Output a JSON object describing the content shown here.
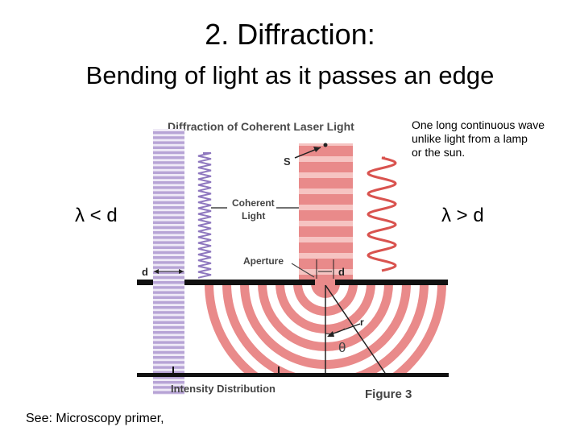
{
  "slide": {
    "title": "2. Diffraction:",
    "subtitle": "Bending of light as it passes an edge",
    "note": "One long continuous wave\nunlike light from a lamp\nor the sun.",
    "lambda_left": "λ < d",
    "lambda_right": "λ > d",
    "reference": "See: Microscopy primer,"
  },
  "figure": {
    "heading": "Diffraction of Coherent Laser Light",
    "label_s": "S",
    "label_coherent_1": "Coherent",
    "label_coherent_2": "Light",
    "label_aperture": "Aperture",
    "label_d_left": "d",
    "label_d_right": "d",
    "label_r": "r",
    "label_theta": "θ",
    "label_intensity": "Intensity Distribution",
    "label_figure": "Figure 3"
  },
  "colors": {
    "purple": "#b7a4d6",
    "purple_dark": "#8f78bf",
    "red": "#e98a8a",
    "red_light": "#f6c4c2",
    "red_wave": "#d9534f",
    "wall": "#111111",
    "gray_text": "#4a4a4a"
  }
}
